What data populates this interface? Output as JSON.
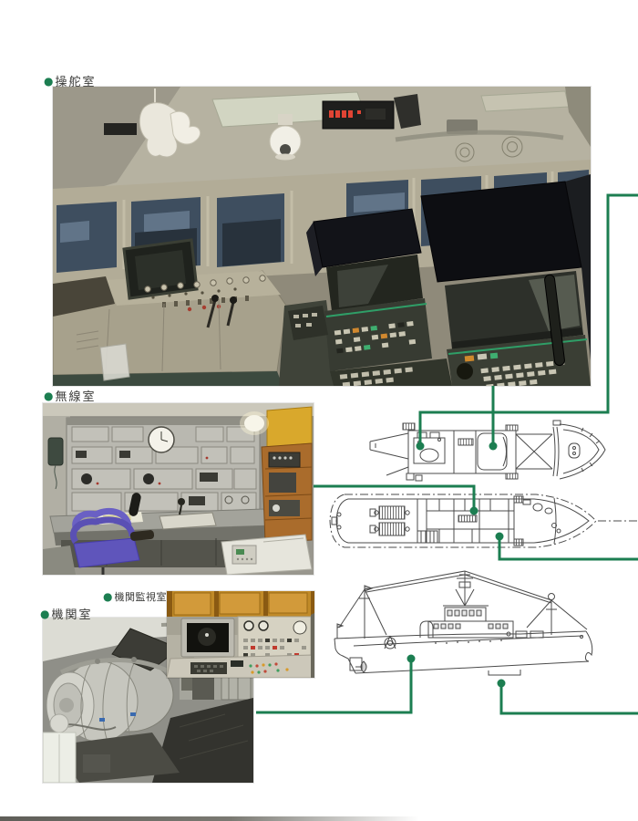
{
  "page": {
    "background_color": "#ffffff",
    "accent_green": "#1c7e51",
    "diagram_line_color": "#4b4b4b"
  },
  "labels": {
    "bridge": {
      "bullet": "●",
      "text": "操舵室"
    },
    "radio": {
      "bullet": "●",
      "text": "無線室"
    },
    "engine_control": {
      "bullet": "●",
      "text": "機関監視室"
    },
    "engine": {
      "bullet": "●",
      "text": "機関室"
    }
  }
}
